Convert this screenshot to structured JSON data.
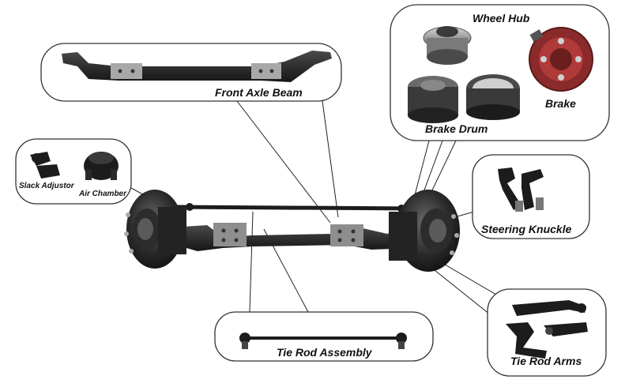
{
  "diagram": {
    "labels": {
      "front_axle_beam": "Front Axle Beam",
      "wheel_hub": "Wheel Hub",
      "brake": "Brake",
      "brake_drum": "Brake Drum",
      "slack_adjustor": "Slack Adjustor",
      "air_chamber": "Air Chamber",
      "steering_knuckle": "Steering Knuckle",
      "tie_rod_assembly": "Tie Rod Assembly",
      "tie_rod_arms": "Tie Rod Arms"
    },
    "colors": {
      "metal_dark": "#1c1c1c",
      "metal_mid": "#3a3a3a",
      "bracket_grey": "#8e8e8e",
      "brake_red": "#b03a3a",
      "callout_stroke": "#333333"
    }
  }
}
